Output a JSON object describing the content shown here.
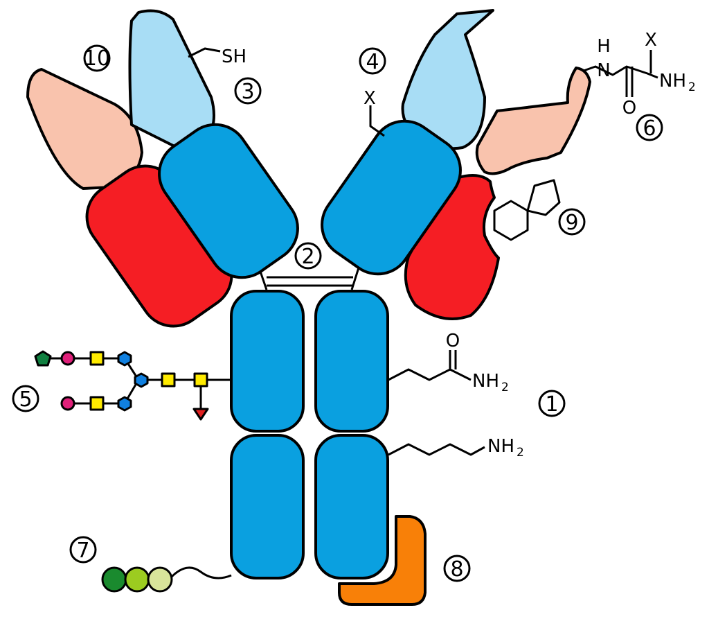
{
  "colors": {
    "constant_domain": "#0aa0e0",
    "light_variable": "#a8ddf5",
    "light_constant": "#f51e24",
    "heavy_variable": "#f9c3ad",
    "orange_binder": "#f88008",
    "outline": "#000000",
    "glycan_galactose": "#ffeb00",
    "glycan_sialic": "#e0207a",
    "glycan_mannose": "#1080e0",
    "glycan_fucose": "#e02020",
    "glycan_pentagon": "#108040",
    "bead_1": "#1a8a2e",
    "bead_2": "#9ccc20",
    "bead_3": "#d8e49a"
  },
  "labels": {
    "circled": [
      "1",
      "2",
      "3",
      "4",
      "5",
      "6",
      "7",
      "8",
      "9",
      "10"
    ],
    "sh": "SH",
    "x_linker": "X",
    "x_amino": "X",
    "h": "H",
    "n": "N",
    "o_amide": "O",
    "o_amino": "O",
    "nh": "NH",
    "sub_2": "2"
  },
  "icons": [
    "orange-binder-icon",
    "bicyclic-ring-icon",
    "glycan-chain-icon",
    "peg-beads-icon"
  ]
}
